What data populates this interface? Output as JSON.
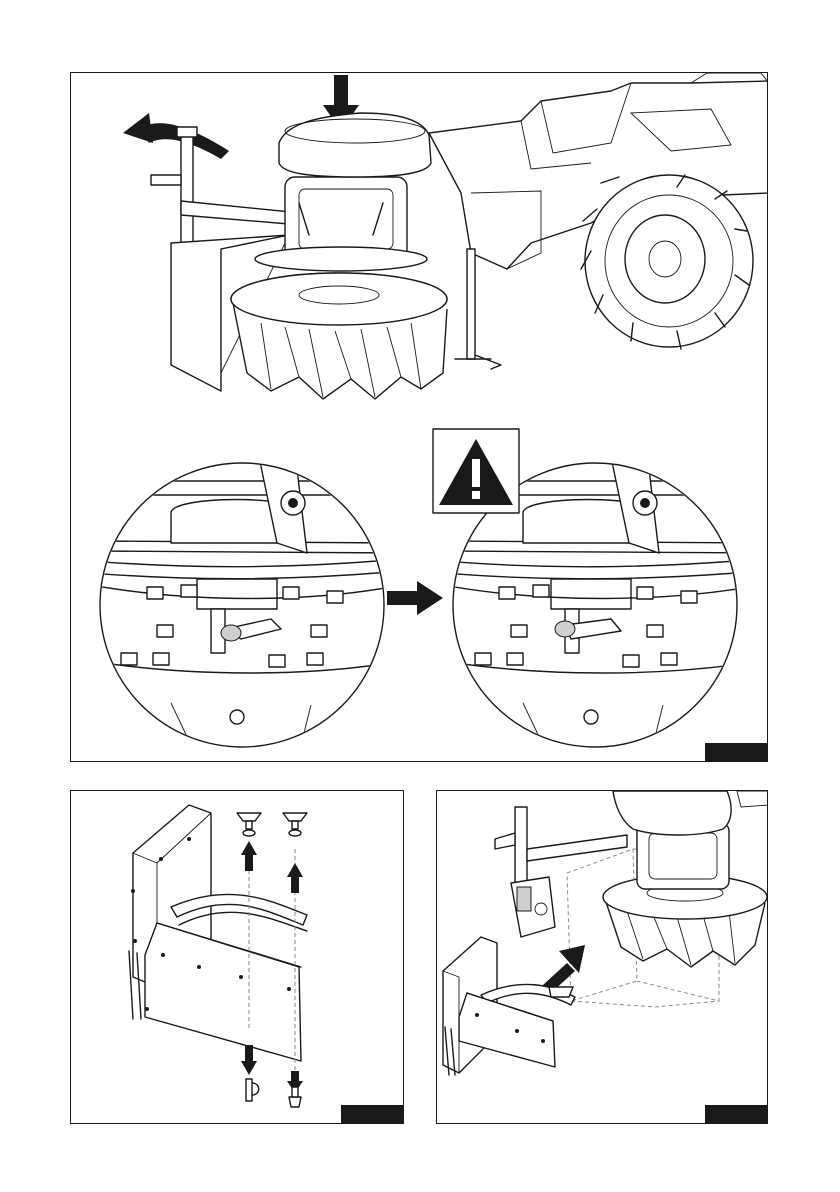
{
  "figure": {
    "panels": [
      {
        "id": "main",
        "label": ""
      },
      {
        "id": "shield",
        "label": ""
      },
      {
        "id": "mount",
        "label": ""
      }
    ],
    "colors": {
      "ink": "#1a1a1a",
      "paper": "#ffffff",
      "ghost": "#8a8a8a"
    },
    "icons": [
      "curved-arrow-icon",
      "down-arrow-icon",
      "right-arrow-icon",
      "warning-icon",
      "up-arrow-icon",
      "diagonal-arrow-icon"
    ]
  }
}
